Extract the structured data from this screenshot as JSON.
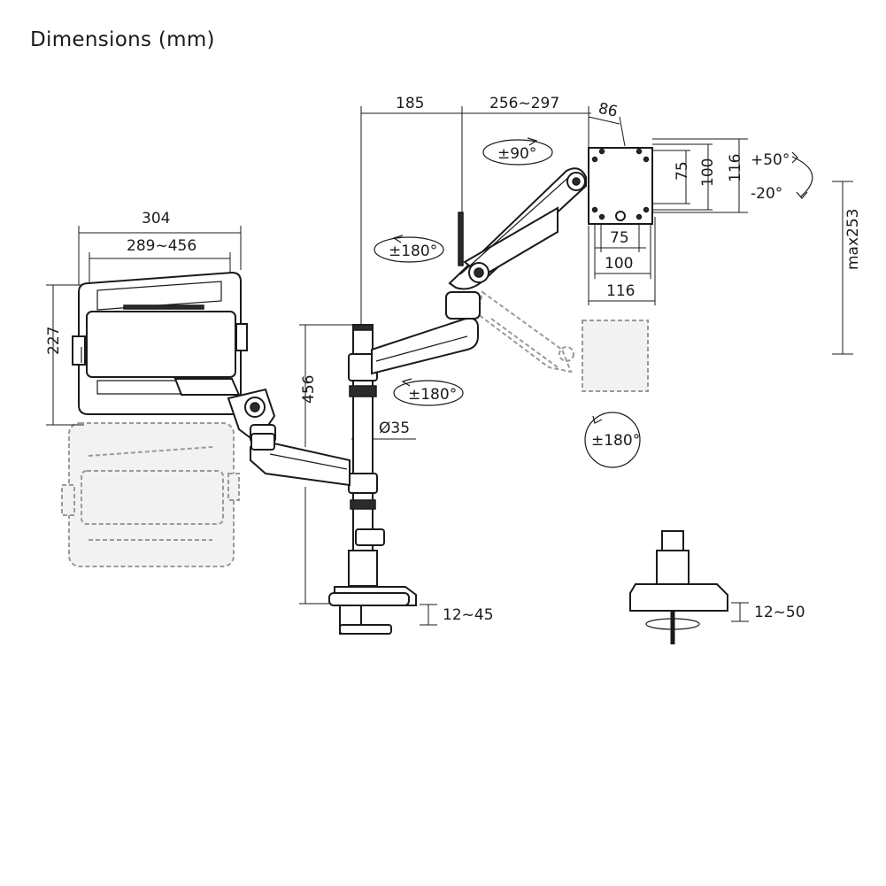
{
  "title": "Dimensions (mm)",
  "dimensions": {
    "arm_lower_reach": "185",
    "arm_upper_reach": "256~297",
    "bracket_depth": "86",
    "tray_width_outer": "304",
    "tray_width_adjust": "289~456",
    "tray_height": "227",
    "pole_height": "456",
    "pole_diameter": "Ø35",
    "vesa_inner_h": "75",
    "vesa_outer_h": "100",
    "plate_h": "116",
    "vesa_inner_w": "75",
    "vesa_outer_w": "100",
    "plate_w": "116",
    "height_adjust": "max253",
    "clamp_thickness": "12~45",
    "grommet_thickness": "12~50"
  },
  "rotations": {
    "swivel_top": "±90°",
    "arm_joint": "±180°",
    "base_joint": "±180°",
    "screen_rotate": "±180°",
    "tilt_up": "+50°",
    "tilt_down": "-20°"
  }
}
